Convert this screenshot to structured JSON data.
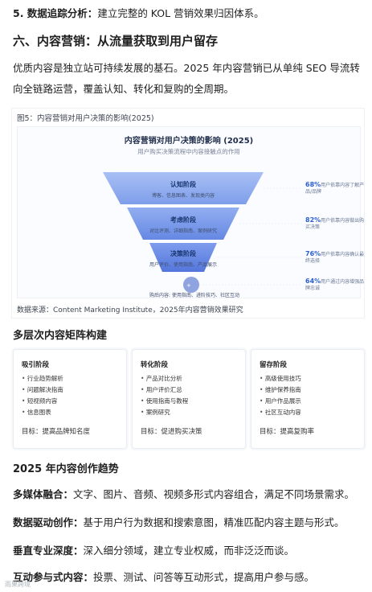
{
  "item5": {
    "label": "5. 数据追踪分析：",
    "text": "建立完整的 KOL 营销效果归因体系。"
  },
  "section6": {
    "heading": "六、内容营销：从流量获取到用户留存"
  },
  "intro": "优质内容是独立站可持续发展的基石。2025 年内容营销已从单纯 SEO 导流转向全链路运营，覆盖认知、转化和复购的全周期。",
  "figure": {
    "caption": "图5：内容营销对用户决策的影响(2025)",
    "title": "内容营销对用户决策的影响 (2025)",
    "subtitle": "用户购买决策流程中内容接触点的作用",
    "stages": [
      {
        "name": "认知阶段",
        "desc": "博客、信息图表、发现类内容"
      },
      {
        "name": "考虑阶段",
        "desc": "对比评测、详细指南、案例研究"
      },
      {
        "name": "决策阶段",
        "desc": "用户评价、使用指南、产品展示"
      }
    ],
    "bottom_text": "购后内容: 使用指南、进阶技巧、社区互动",
    "stats": [
      {
        "pct": "68%",
        "text": "用户依靠内容了解产品/品牌"
      },
      {
        "pct": "82%",
        "text": "用户依靠内容做出购买决策"
      },
      {
        "pct": "76%",
        "text": "用户依靠内容确认最终选择"
      },
      {
        "pct": "64%",
        "text": "用户通过内容增强品牌忠诚"
      }
    ],
    "source": "数据来源：Content Marketing Institute，2025年内容营销效果研究",
    "colors": {
      "stage1": "#8aa7ee",
      "stage2": "#6b8fe6",
      "stage3": "#5b80df",
      "circle": "#7b93dc"
    }
  },
  "matrix": {
    "heading": "多层次内容矩阵构建",
    "cards": [
      {
        "title": "吸引阶段",
        "items": [
          "行业趋势解析",
          "问题解决指南",
          "短视频内容",
          "信息图表"
        ],
        "goal": "目标：提高品牌知名度"
      },
      {
        "title": "转化阶段",
        "items": [
          "产品对比分析",
          "用户评价汇总",
          "使用指南与教程",
          "案例研究"
        ],
        "goal": "目标：促进购买决策"
      },
      {
        "title": "留存阶段",
        "items": [
          "高级使用技巧",
          "维护保养指南",
          "用户作品展示",
          "社区互动内容"
        ],
        "goal": "目标：提高复购率"
      }
    ]
  },
  "trends": {
    "heading": "2025 年内容创作趋势",
    "items": [
      {
        "label": "多媒体融合：",
        "text": "文字、图片、音频、视频多形式内容组合，满足不同场景需求。"
      },
      {
        "label": "数据驱动创作：",
        "text": "基于用户行为数据和搜索意图，精准匹配内容主题与形式。"
      },
      {
        "label": "垂直专业深度：",
        "text": "深入细分领域，建立专业权威，而非泛泛而谈。"
      },
      {
        "label": "互动参与式内容：",
        "text": "投票、测试、问答等互动形式，提高用户参与感。"
      }
    ]
  },
  "watermark": "雨果跨境"
}
